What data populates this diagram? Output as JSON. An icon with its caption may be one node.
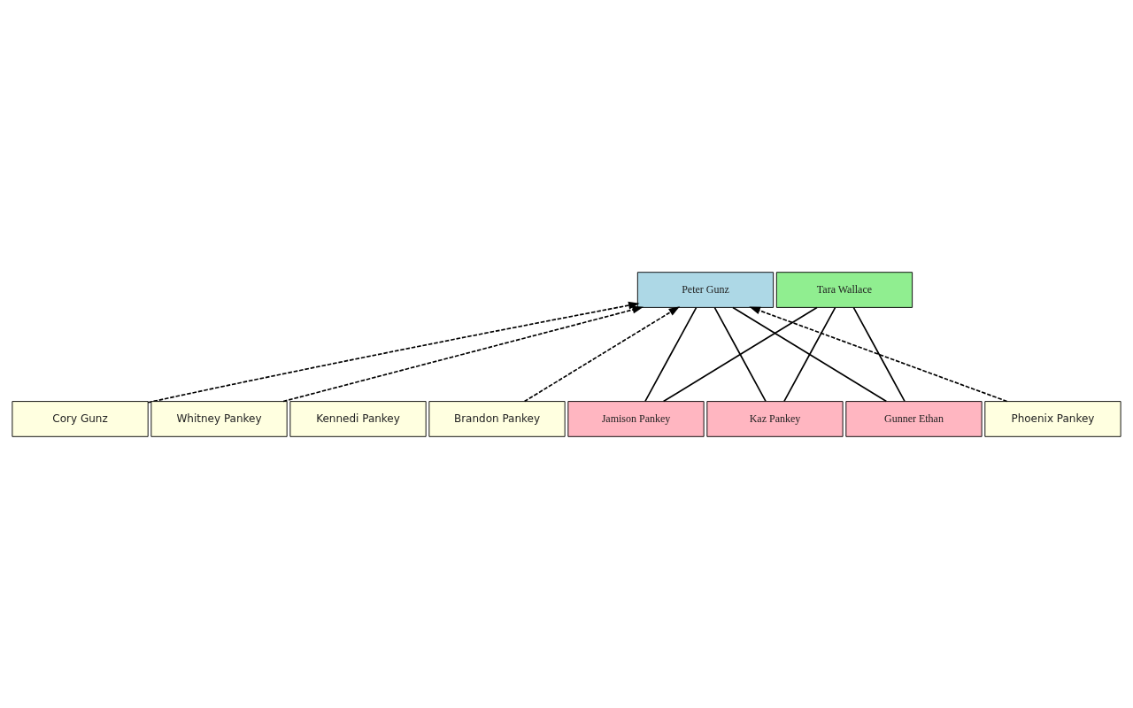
{
  "diagram": {
    "nodes": [
      {
        "text": [
          "Peter Gunz"
        ]
      },
      {
        "text": [
          "Tara Wallace"
        ]
      },
      {
        "text": [
          "Cory Gunz"
        ]
      },
      {
        "text": [
          "Whitney Pankey"
        ]
      },
      {
        "text": [
          "Kennedi Pankey"
        ]
      },
      {
        "text": [
          "Brandon Pankey"
        ]
      },
      {
        "text": [
          "Phoenix Pankey"
        ]
      },
      {
        "text": [
          "Jamison Pankey"
        ]
      },
      {
        "text": [
          "Kaz Pankey"
        ]
      },
      {
        "text": [
          "Gunner Ethan"
        ]
      }
    ],
    "edges": [
      {
        "from": 2,
        "to": 0,
        "arrow": "to",
        "style": "dashed"
      },
      {
        "from": 3,
        "to": 0,
        "arrow": "to",
        "style": "dashed"
      },
      {
        "from": 5,
        "to": 0,
        "arrow": "to",
        "style": "dashed"
      },
      {
        "from": 6,
        "to": 0,
        "arrow": "to",
        "style": "dashed"
      },
      {
        "from": 0,
        "to": 7,
        "arrow": "none"
      },
      {
        "from": 0,
        "to": 8,
        "arrow": "none"
      },
      {
        "from": 0,
        "to": 9,
        "arrow": "none"
      },
      {
        "from": 1,
        "to": 7,
        "arrow": "none"
      },
      {
        "from": 1,
        "to": 8,
        "arrow": "none"
      },
      {
        "from": 1,
        "to": 9,
        "arrow": "none"
      }
    ]
  }
}
